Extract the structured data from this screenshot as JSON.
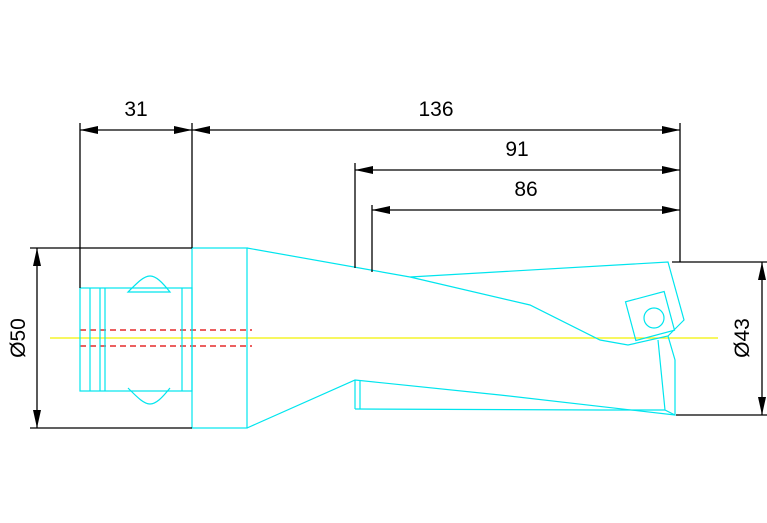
{
  "dimensions": {
    "shank_length": "31",
    "overall_length": "136",
    "length_91": "91",
    "length_86": "86",
    "shank_diameter": "Ø50",
    "cutting_diameter": "Ø43"
  },
  "colors": {
    "tool_outline": "#00e5ee",
    "centerline": "#f2f200",
    "hidden_line": "#e00000",
    "dimension": "#000000",
    "background": "#ffffff"
  }
}
